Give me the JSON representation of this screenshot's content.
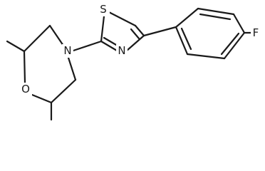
{
  "atoms": {
    "sulfur": "S",
    "thiazole_nitrogen": "N",
    "morpholine_nitrogen": "N",
    "oxygen": "O",
    "fluorine": "F"
  },
  "colors": {
    "bond": "#1a1a1a",
    "label": "#1a1a1a",
    "background": "#ffffff"
  }
}
